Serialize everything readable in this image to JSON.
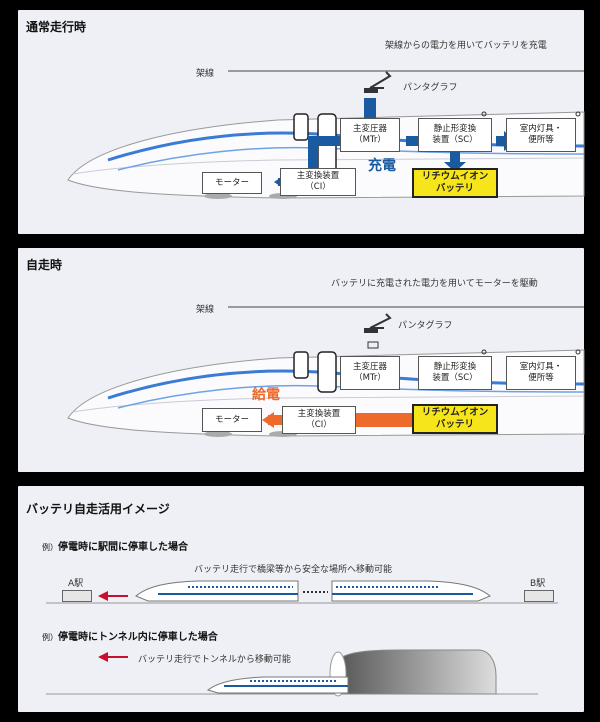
{
  "normal": {
    "title": "通常走行時",
    "caption": "架線からの電力を用いてバッテリを充電",
    "overhead_wire": "架線",
    "pantograph": "パンタグラフ",
    "transformer": "主変圧器\n（MTr）",
    "static_converter": "静止形変換\n装置（SC）",
    "cabin": "室内灯具・\n便所等",
    "motor": "モーター",
    "main_converter": "主変換装置\n（CI）",
    "battery": "リチウムイオン\nバッテリ",
    "flow_label": "充電"
  },
  "self": {
    "title": "自走時",
    "caption": "バッテリに充電された電力を用いてモーターを駆動",
    "overhead_wire": "架線",
    "pantograph": "パンタグラフ",
    "transformer": "主変圧器\n（MTr）",
    "static_converter": "静止形変換\n装置（SC）",
    "cabin": "室内灯具・\n便所等",
    "motor": "モーター",
    "main_converter": "主変換装置\n（CI）",
    "battery": "リチウムイオン\nバッテリ",
    "flow_label": "給電"
  },
  "image": {
    "title": "バッテリ自走活用イメージ",
    "ex1_prefix": "例）",
    "ex1_title": "停電時に駅間に停車した場合",
    "ex1_caption": "バッテリ走行で橋梁等から安全な場所へ移動可能",
    "station_a": "A駅",
    "station_b": "B駅",
    "ex2_prefix": "例）",
    "ex2_title": "停電時にトンネル内に停車した場合",
    "ex2_caption": "バッテリ走行でトンネルから移動可能"
  },
  "colors": {
    "charge": "#1a5aa0",
    "supply": "#ee6a2a",
    "battery": "#f7e51c",
    "stripe": "#3a7bd5"
  }
}
